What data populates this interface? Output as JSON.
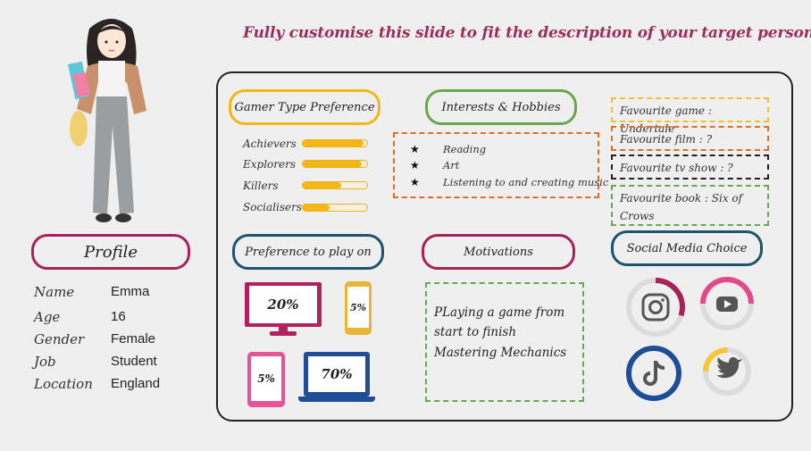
{
  "headline": "Fully customise this slide to fit the description of your target persona.",
  "profile": {
    "title": "Profile",
    "rows": [
      {
        "label": "Name",
        "value": "Emma"
      },
      {
        "label": "Age",
        "value": "16"
      },
      {
        "label": "Gender",
        "value": "Female"
      },
      {
        "label": "Job",
        "value": "Student"
      },
      {
        "label": "Location",
        "value": "England"
      }
    ]
  },
  "gamer_type": {
    "title": "Gamer Type Preference",
    "rows": [
      {
        "label": "Achievers",
        "level": 0.95
      },
      {
        "label": "Explorers",
        "level": 0.92
      },
      {
        "label": "Killers",
        "level": 0.6
      },
      {
        "label": "Socialisers",
        "level": 0.42
      }
    ]
  },
  "interests": {
    "title": "Interests & Hobbies",
    "items": [
      "Reading",
      "Art",
      "Listening to and creating music"
    ]
  },
  "favourites": [
    {
      "text": "Favourite game : Undertale",
      "color": "#f3c12e"
    },
    {
      "text": "Favourite film : ?",
      "color": "#e0701f"
    },
    {
      "text": "Favourite tv show : ?",
      "color": "#222222"
    },
    {
      "text": "Favourite book : Six of Crows",
      "color": "#6aa84f"
    }
  ],
  "platforms": {
    "title": "Preference to play on",
    "desktop": "20%",
    "phone_yellow": "5%",
    "phone_pink": "5%",
    "laptop": "70%"
  },
  "motivations": {
    "title": "Motivations",
    "lines": [
      "PLaying a game from",
      "start to finish",
      "Mastering Mechanics"
    ]
  },
  "social": {
    "title": "Social Media Choice",
    "items": [
      {
        "icon": "instagram-icon",
        "level": 0.3,
        "color": "#a62259"
      },
      {
        "icon": "youtube-icon",
        "level": 0.5,
        "color": "#e44a8a"
      },
      {
        "icon": "tiktok-icon",
        "level": 1.0,
        "color": "#1f4e96"
      },
      {
        "icon": "twitter-icon",
        "level": 0.25,
        "color": "#f6c63b"
      }
    ]
  },
  "colors": {
    "magenta": "#a62259",
    "teal": "#1d5470",
    "yellow": "#f3b817",
    "green": "#6aa84f",
    "orange": "#e0701f",
    "pink": "#e44a8a",
    "blue": "#1f4e96"
  }
}
